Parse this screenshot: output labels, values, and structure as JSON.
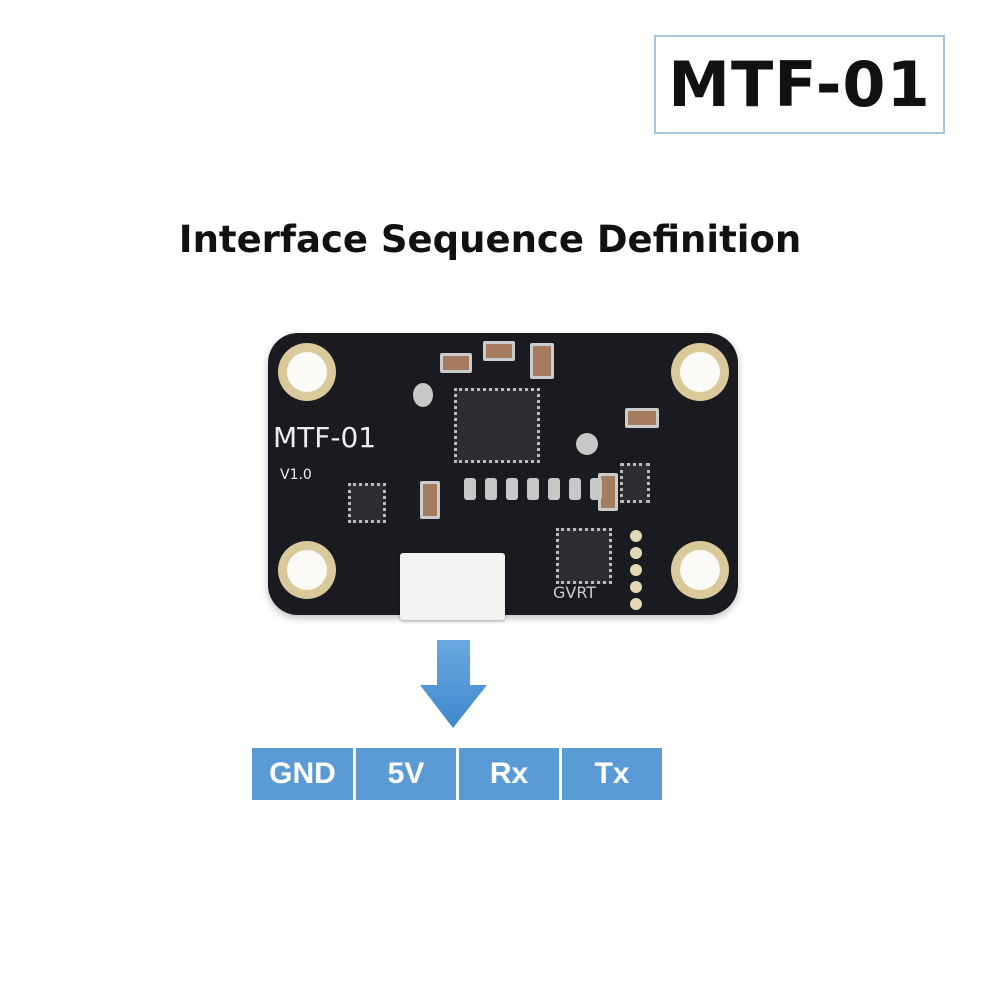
{
  "title_badge": "MTF-01",
  "heading": "Interface Sequence Definition",
  "board": {
    "model": "MTF-01",
    "version": "V1.0",
    "mark": "GVRT"
  },
  "pins": [
    "GND",
    "5V",
    "Rx",
    "Tx"
  ],
  "colors": {
    "pin_fill": "#5b9bd5",
    "arrow": "#4a90d0",
    "board": "#1a1b20"
  }
}
